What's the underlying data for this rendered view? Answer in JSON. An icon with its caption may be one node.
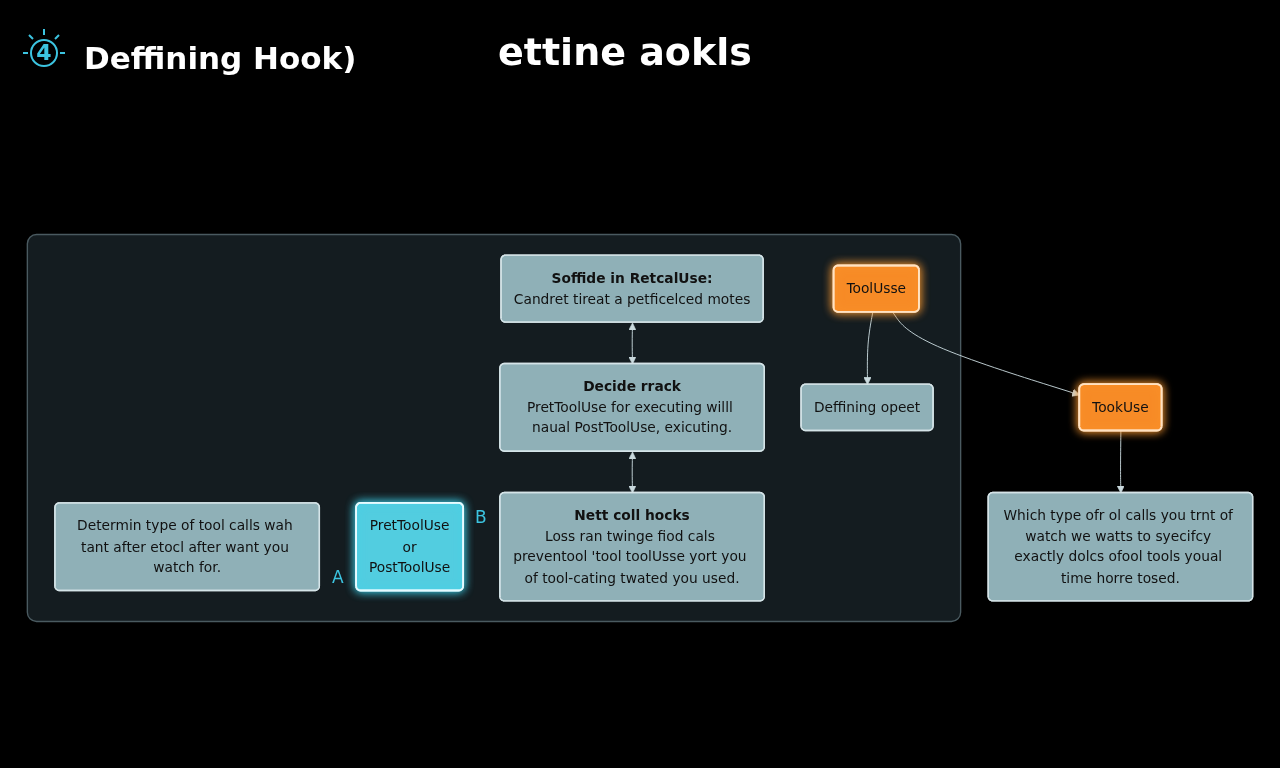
{
  "diagram": {
    "title": "Deffining Hook)",
    "nodes": [
      {
        "text": [],
        "shape": "box"
      },
      {
        "text": [
          "Soffide in RetcalUse:",
          "Candret tireat a petficelced motes"
        ],
        "in": 0
      },
      {
        "text": [
          "Decide rrack",
          "PretToolUse for executing willl naual PostToolUse, exicuting."
        ],
        "in": 0
      },
      {
        "text": [
          "Determin type of tool calls wah tant after etocl after want you watch for."
        ],
        "in": 0
      },
      {
        "text": [
          "PretToolUse",
          "or",
          "PostToolUse"
        ],
        "in": 0,
        "beside": [
          "B",
          "A"
        ]
      },
      {
        "text": [
          "Nett coll hocks",
          "Loss ran twinge fiod cals preventool 'tool toolUsse yort you of tool-cating twated you used."
        ],
        "in": 0
      },
      {
        "text": [
          "ToolUsse"
        ],
        "in": 0
      },
      {
        "text": [
          "Deffining opeet"
        ],
        "in": 0
      },
      {
        "text": [
          "TookUse"
        ]
      },
      {
        "text": [
          "Which type ofr ol calls you trnt of watch we watts to syecifcy exactly dolcs ofool tools youal time horre tosed."
        ]
      }
    ],
    "edges": [
      {
        "from": 1,
        "to": 2,
        "arrow": "both"
      },
      {
        "from": 2,
        "to": 5,
        "arrow": "both"
      },
      {
        "from": 6,
        "to": 7,
        "arrow": "to"
      },
      {
        "from": 6,
        "to": 8,
        "arrow": "to"
      },
      {
        "from": 8,
        "to": 9,
        "arrow": "to"
      }
    ],
    "labels": [
      "4",
      "ettine aokls"
    ]
  }
}
